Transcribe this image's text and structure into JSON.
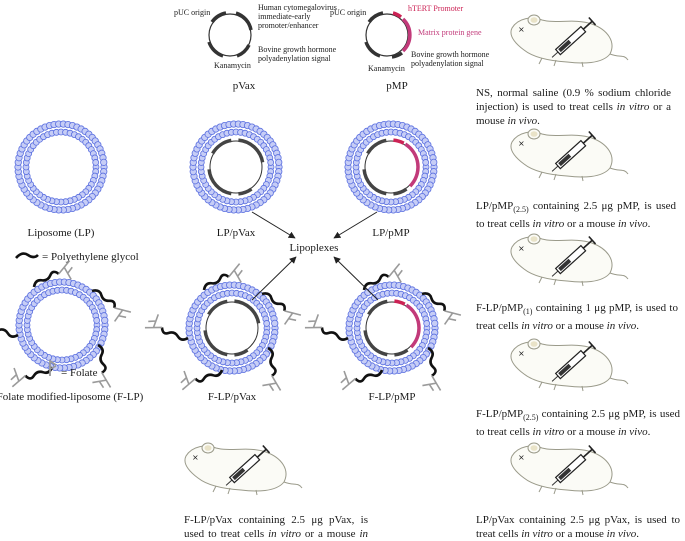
{
  "plasmids": {
    "pvax": {
      "name": "pVax",
      "puc": "pUC origin",
      "cmv": "Human cytomegalovirus immediate-early promoter/enhancer",
      "cmv_lines": [
        "Human cytomegalovirus",
        "immediate-early",
        "promoter/enhancer"
      ],
      "bgh_lines": [
        "Bovine growth hormone",
        "polyadenylation signal"
      ],
      "kan": "Kanamycin"
    },
    "pmp": {
      "name": "pMP",
      "puc": "pUC origin",
      "htert": "hTERT Promoter",
      "matrix": "Matrix protein gene",
      "bgh_lines": [
        "Bovine growth hormone",
        "polyadenylation signal"
      ],
      "kan": "Kanamycin"
    }
  },
  "vesicles": {
    "lp": "Liposome (LP)",
    "lp_pvax": "LP/pVax",
    "lp_pmp": "LP/pMP",
    "flp": "Folate modified-liposome (F-LP)",
    "flp_pvax": "F-LP/pVax",
    "flp_pmp": "F-LP/pMP",
    "lipoplexes": "Lipoplexes"
  },
  "legend": {
    "peg": "= Polyethylene glycol",
    "folate": "= Folate"
  },
  "treatments": {
    "ns": {
      "pre": "NS, normal saline (0.9 % sodium chloride injection) is used to treat cells ",
      "it1": "in vitro",
      "mid": " or a mouse ",
      "it2": "in vivo",
      "post": "."
    },
    "lp_pmp25": {
      "pre": "LP/pMP",
      "sub": "(2.5)",
      "mid1": " containing 2.5 μg pMP, is used to treat cells ",
      "it1": "in vitro",
      "mid2": " or a mouse ",
      "it2": "in vivo",
      "post": "."
    },
    "flp_pmp1": {
      "pre": "F-LP/pMP",
      "sub": "(1)",
      "mid1": " containing 1 μg pMP, is used to treat cells ",
      "it1": "in vitro",
      "mid2": " or a mouse ",
      "it2": "in vivo",
      "post": "."
    },
    "flp_pmp25": {
      "pre": "F-LP/pMP",
      "sub": "(2.5)",
      "mid1": " containing 2.5 μg pMP, is used to treat cells ",
      "it1": "in vitro",
      "mid2": " or a mouse ",
      "it2": "in vivo",
      "post": "."
    },
    "lp_pvax": {
      "pre": "LP/pVax containing 2.5 μg pVax, is used to treat cells ",
      "it1": "in vitro",
      "mid": " or a mouse ",
      "it2": "in vivo",
      "post": "."
    },
    "flp_pvax": {
      "pre": "F-LP/pVax containing 2.5 μg pVax, is used to treat cells ",
      "it1": "in vitro",
      "mid": " or a mouse ",
      "it2": "in vivo",
      "post": "."
    }
  },
  "colors": {
    "bead": "#5a6fe0",
    "bead_fill": "#c6cdf6",
    "htert": "#cc2255",
    "matrix": "#c23a7a",
    "peg": "#111111",
    "folate": "#9a9a9a"
  }
}
